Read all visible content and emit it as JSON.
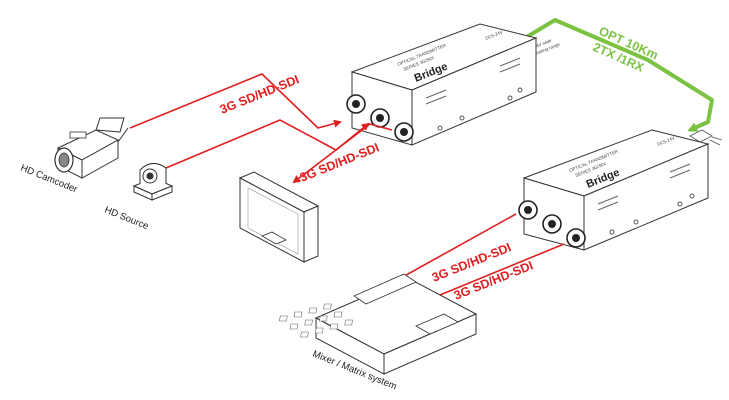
{
  "diagram": {
    "signal_labels": {
      "top_in": "3G SD/HD-SDI",
      "top_out": "3G SD/HD-SDI",
      "bottom_out_1": "3G SD/HD-SDI",
      "bottom_out_2": "3G SD/HD-SDI"
    },
    "fiber": {
      "line1": "OPT 10Km",
      "line2": "2TX /1RX"
    },
    "power_note": {
      "line1": "5-24V wide",
      "line2": "operating range"
    },
    "devices": {
      "camcorder": "HD Camcoder",
      "source": "HD Source",
      "mixer": "Mixer / Matrix system"
    },
    "unit_top": {
      "brand": "Bridge",
      "model_line1": "OPTICAL TRANSMITTER",
      "model_line2": "SERIES 3G/SDI",
      "port_label": "DC5-24V"
    },
    "unit_bottom": {
      "brand": "Bridge",
      "model_line1": "OPTICAL TRANSMITTER",
      "model_line2": "SERIES 3G/SDI",
      "port_label": "DC5-24V"
    },
    "colors": {
      "signal": "#e02020",
      "fiber": "#7cc242",
      "outline": "#333333"
    }
  }
}
